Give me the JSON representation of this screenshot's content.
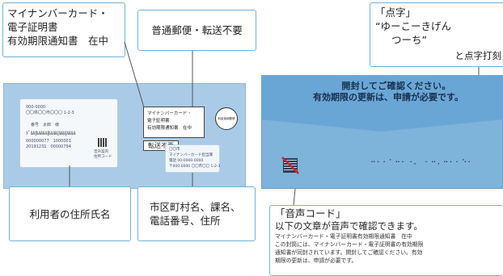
{
  "left": {
    "callout_top_left": [
      "マイナンバーカード・",
      "電子証明書",
      "有効期限通知書　在中"
    ],
    "callout_top_center": "普通郵便・転送不要",
    "callout_bottom_left": "利用者の住所氏名",
    "callout_bottom_center": [
      "市区町村名、課名、",
      "電話番号、住所"
    ],
    "window": {
      "postal": "000-0000",
      "address": "〇〇県〇〇市〇〇〇 1-2-3",
      "name": "番号　太郎　様",
      "barcode_text": "ﾄﾞﾙﾙ|ﾙﾙﾙﾙﾙ|ﾙﾙﾙﾙ|ﾙﾙﾙ|ﾙﾙﾙﾙ",
      "num_a": "000000077　1000001",
      "num_b": "20191231　00000794",
      "qr_label": "音声案内\n住所コード"
    },
    "stamp": [
      "マイナンバーカード・",
      "電子証明書",
      "有効期限通知書　在中"
    ],
    "transfer": "転送不要",
    "circle": "料金後納郵便",
    "sender": [
      "〇〇市",
      "マイナンバーカード担当課",
      "電話 00-0000-0000",
      "〒000-0000 〇〇市〇〇 1-2-3"
    ]
  },
  "right": {
    "tenji_label": [
      "「点字」",
      "“ゆーこーきげん",
      "つーち”",
      "と点字打刻"
    ],
    "banner": [
      "開封してご確認ください。",
      "有効期限の更新は、申請が必要です。"
    ],
    "braille": "⠒⠂⠂⠁⠒⠂⠐⠄ ⠂⠒⠄⠒⠂⠂⠑⠂",
    "voice_title": "「音声コード」",
    "voice_sub": "以下の文章が音声で確認できます。",
    "voice_body": [
      "マイナンバーカード・電子証明書有効期限通知書　在中",
      "この封筒には、マイナンバーカード・電子証明書の有効期限",
      "通知書が同封されています。開封してご確認ください。有効",
      "期限の更新は、申請が必要です。"
    ]
  },
  "colors": {
    "envelope_left": "#a9cbe7",
    "envelope_right": "#7eb3da",
    "banner": "#6aa6d5",
    "callout_border": "#6fb3d6"
  }
}
